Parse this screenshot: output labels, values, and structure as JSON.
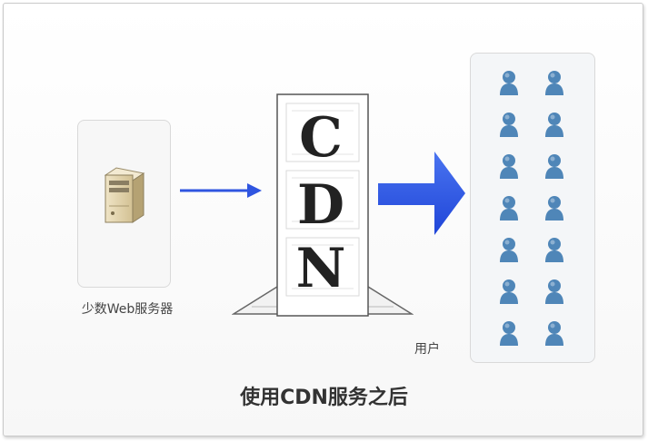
{
  "server": {
    "label": "少数Web服务器",
    "icon": "server-icon"
  },
  "cdn": {
    "letters": [
      "C",
      "D",
      "N"
    ]
  },
  "users": {
    "label": "用户",
    "icon": "user-icon",
    "count": 14
  },
  "caption": "使用CDN服务之后",
  "colors": {
    "arrow": "#2f55e0",
    "user": "#4f86b8"
  }
}
